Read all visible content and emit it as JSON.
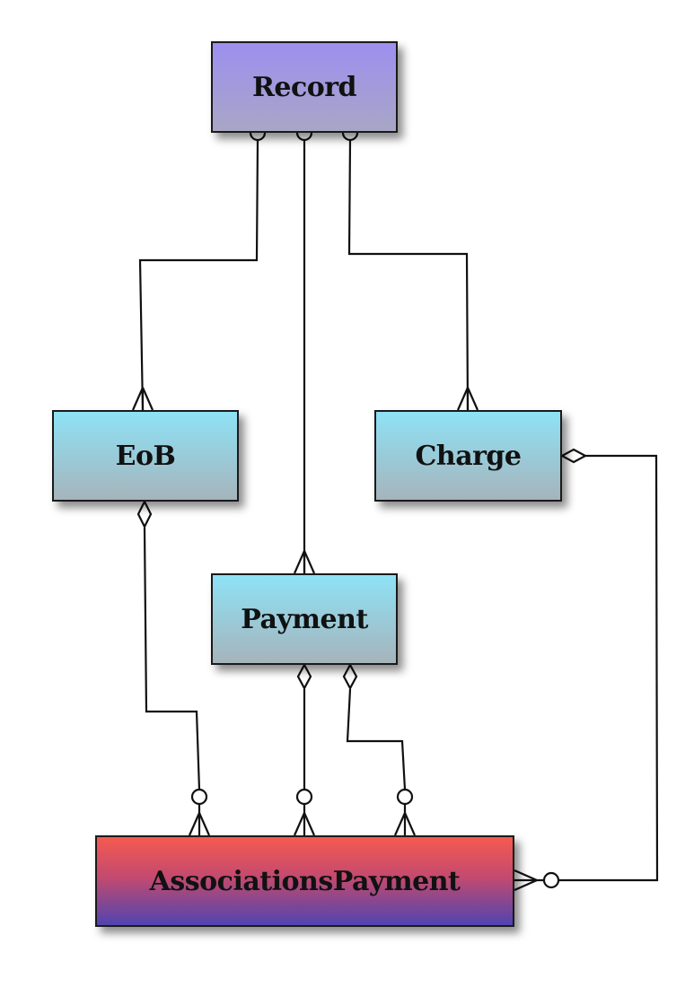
{
  "entities": {
    "record": "Record",
    "eob": "EoB",
    "charge": "Charge",
    "payment": "Payment",
    "associations_payment": "AssociationsPayment"
  },
  "relationships": [
    {
      "from": "Record",
      "to": "EoB",
      "from_end": "zero-or-one",
      "to_end": "many"
    },
    {
      "from": "Record",
      "to": "Payment",
      "from_end": "zero-or-one",
      "to_end": "many"
    },
    {
      "from": "Record",
      "to": "Charge",
      "from_end": "zero-or-one",
      "to_end": "many"
    },
    {
      "from": "EoB",
      "to": "AssociationsPayment",
      "from_end": "aggregation",
      "to_end": "zero-or-many"
    },
    {
      "from": "Payment",
      "to": "AssociationsPayment",
      "from_end": "aggregation",
      "to_end": "zero-or-many"
    },
    {
      "from": "Payment",
      "to": "AssociationsPayment",
      "from_end": "aggregation",
      "to_end": "zero-or-many"
    },
    {
      "from": "Charge",
      "to": "AssociationsPayment",
      "from_end": "aggregation",
      "to_end": "zero-or-many"
    }
  ],
  "colors": {
    "record_top": "#9d8ff0",
    "record_bottom": "#a8a6c6",
    "entity_top": "#8ee2f6",
    "entity_bottom": "#a5b4bb",
    "assoc_top": "#f55a50",
    "assoc_bottom": "#5044b0",
    "line": "#111111"
  }
}
